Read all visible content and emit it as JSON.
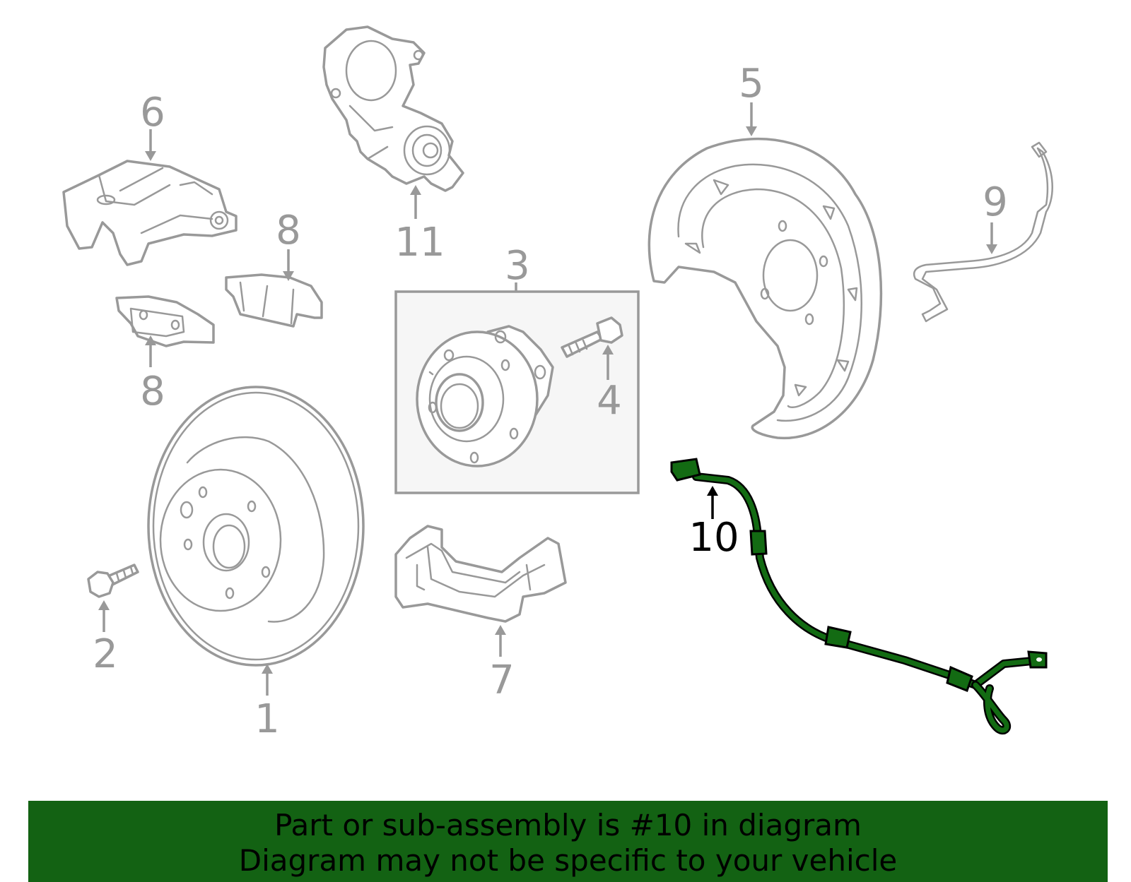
{
  "diagram": {
    "highlight_color": "#136b13",
    "line_color": "#999999",
    "callouts": {
      "c1": "1",
      "c2": "2",
      "c3": "3",
      "c4": "4",
      "c5": "5",
      "c6": "6",
      "c7": "7",
      "c8a": "8",
      "c8b": "8",
      "c9": "9",
      "c10": "10",
      "c11": "11"
    },
    "highlighted_part": "10"
  },
  "banner": {
    "line1": "Part or sub-assembly is #10 in diagram",
    "line2": "Diagram may not be specific to your vehicle",
    "background": "#136213"
  }
}
